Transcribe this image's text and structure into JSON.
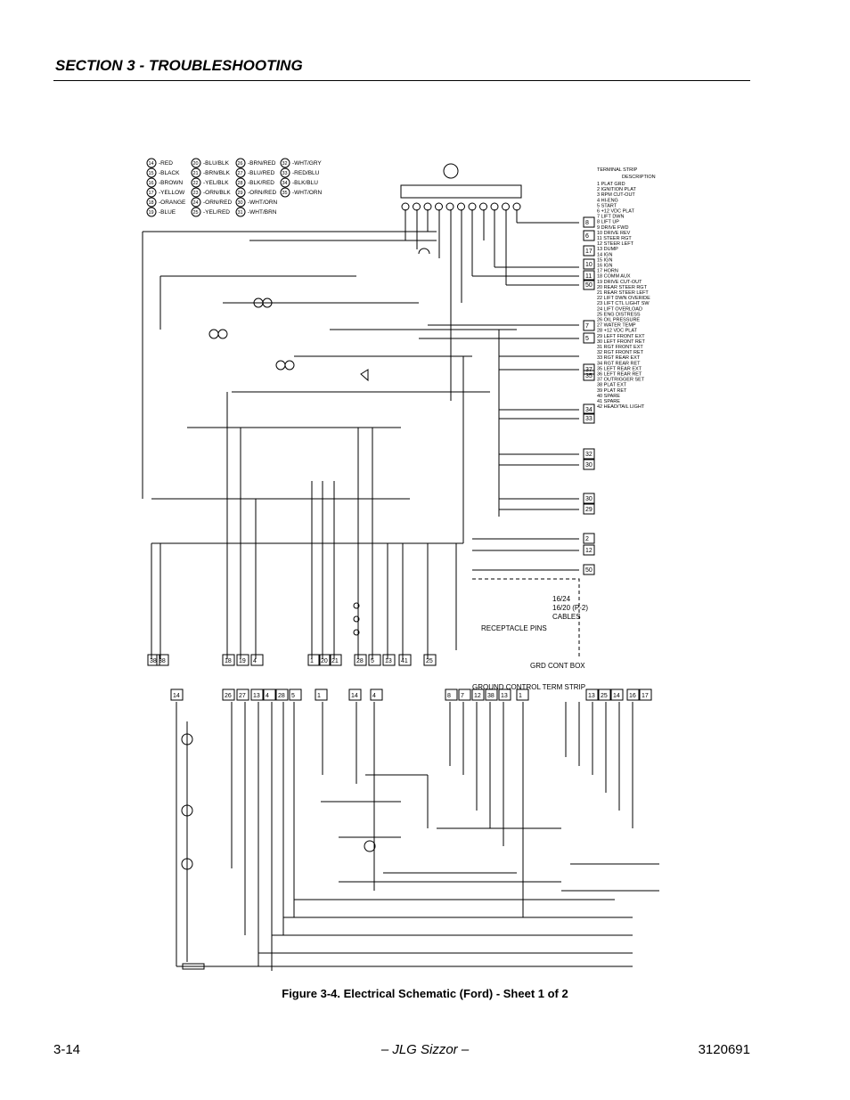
{
  "header": {
    "section_title": "SECTION 3 - TROUBLESHOOTING"
  },
  "color_codes": [
    {
      "num": "14",
      "name": "-RED"
    },
    {
      "num": "15",
      "name": "-BLACK"
    },
    {
      "num": "16",
      "name": "-BROWN"
    },
    {
      "num": "17",
      "name": "-YELLOW"
    },
    {
      "num": "18",
      "name": "-ORANGE"
    },
    {
      "num": "19",
      "name": "-BLUE"
    },
    {
      "num": "20",
      "name": "-BLU/BLK"
    },
    {
      "num": "21",
      "name": "-BRN/BLK"
    },
    {
      "num": "22",
      "name": "-YEL/BLK"
    },
    {
      "num": "23",
      "name": "-ORN/BLK"
    },
    {
      "num": "24",
      "name": "-ORN/RED"
    },
    {
      "num": "25",
      "name": "-YEL/RED"
    },
    {
      "num": "26",
      "name": "-BRN/RED"
    },
    {
      "num": "27",
      "name": "-BLU/RED"
    },
    {
      "num": "28",
      "name": "-BLK/RED"
    },
    {
      "num": "29",
      "name": "-ORN/RED"
    },
    {
      "num": "30",
      "name": "-WHT/ORN"
    },
    {
      "num": "31",
      "name": "-WHT/BRN"
    },
    {
      "num": "32",
      "name": "-WHT/GRY"
    },
    {
      "num": "33",
      "name": "-RED/BLU"
    },
    {
      "num": "34",
      "name": "-BLK/BLU"
    },
    {
      "num": "35",
      "name": "-WHT/ORN"
    }
  ],
  "terminal_strip": {
    "title": "TERMINAL STRIP",
    "desc_header": "DESCRIPTION",
    "rows": [
      "PLAT GRD",
      "IGNITION PLAT",
      "RPM CUT-OUT",
      "HI-ENG",
      "START",
      "+12 VDC PLAT",
      "LIFT DWN",
      "LIFT UP",
      "DRIVE FWD",
      "DRIVE REV",
      "STEER RGT",
      "STEER LEFT",
      "DUMP",
      "IGN",
      "IGN",
      "IGN",
      "HORN",
      "COMM AUX",
      "DRIVE CUT-OUT",
      "REAR STEER RGT",
      "REAR STEER LEFT",
      "LIFT DWN OVERIDE",
      "LIFT CTL LIGHT SW",
      "LIFT OVERLOAD",
      "ENG DISTRESS",
      "OIL PRESSURE",
      "WATER TEMP",
      "+12 VDC PLAT",
      "LEFT FRONT EXT",
      "LEFT FRONT RET",
      "RGT FRONT EXT",
      "RGT FRONT RET",
      "RGT REAR EXT",
      "RGT REAR RET",
      "LEFT REAR EXT",
      "LEFT REAR RET",
      "OUTRIGGER SET",
      "PLAT EXT",
      "PLAT RET",
      "SPARE",
      "SPARE",
      "HEAD/TAIL LIGHT"
    ]
  },
  "connector_pins": [
    "8",
    "6",
    "17",
    "10",
    "11",
    "50",
    "7",
    "5",
    "37",
    "35",
    "34",
    "33",
    "32",
    "30",
    "30",
    "29",
    "2",
    "12",
    "50"
  ],
  "bottom_pins": [
    "38",
    "38",
    "18",
    "19",
    "4",
    "1",
    "20",
    "21",
    "28",
    "5",
    "13",
    "41",
    "25"
  ],
  "ground_strip_title": "GROUND CONTROL TERM STRIP",
  "notes": {
    "cables_1": "16/24",
    "cables_2": "16/20 (P-2)",
    "cables_3": "CABLES",
    "receptacle": "RECEPTACLE PINS",
    "grd_cont_box": "GRD CONT BOX"
  },
  "caption": "Figure 3-4.  Electrical Schematic (Ford) - Sheet 1 of 2",
  "footer": {
    "page": "3-14",
    "center": "– JLG Sizzor –",
    "doc_no": "3120691"
  }
}
